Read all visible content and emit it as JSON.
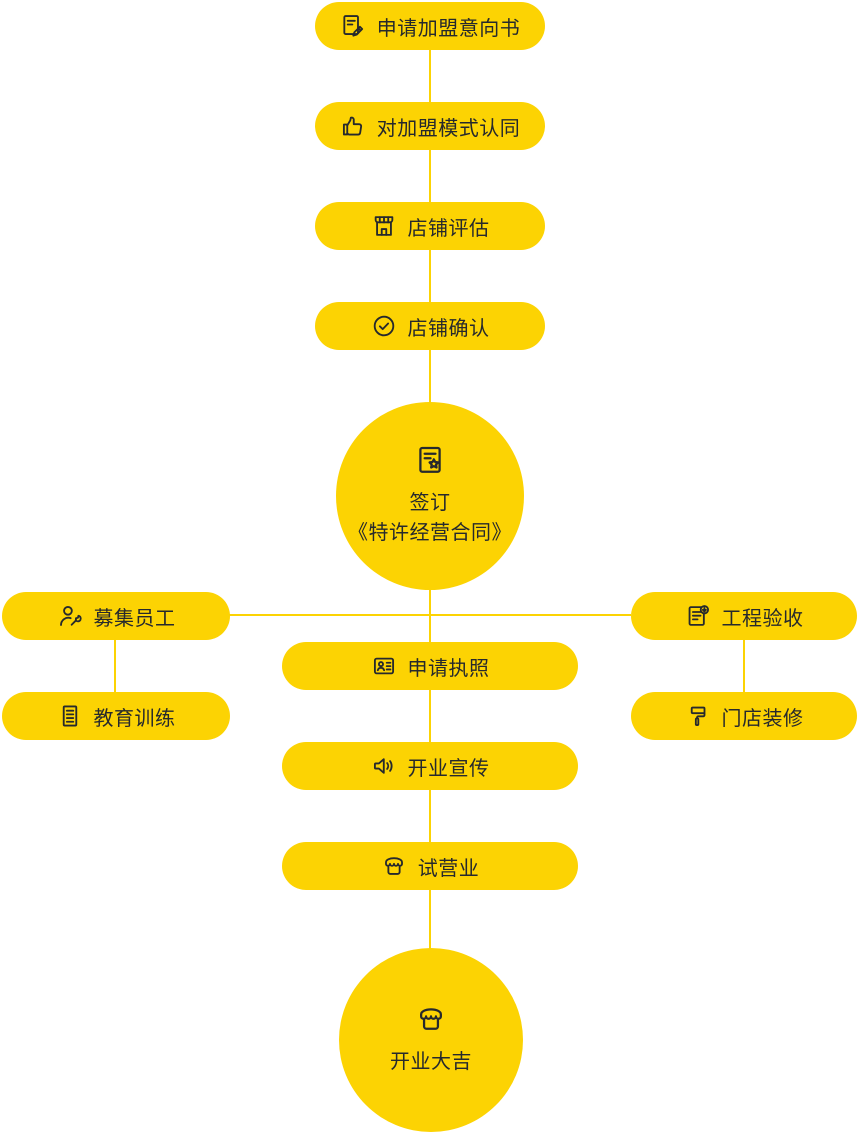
{
  "palette": {
    "node_yellow": "#FCD303",
    "ink": "#26292D",
    "background": "#FFFFFF"
  },
  "flow": {
    "top_chain": [
      {
        "label": "申请加盟意向书",
        "icon": "edit-document-icon"
      },
      {
        "label": "对加盟模式认同",
        "icon": "thumbs-up-icon"
      },
      {
        "label": "店铺评估",
        "icon": "storefront-icon"
      },
      {
        "label": "店铺确认",
        "icon": "check-circle-icon"
      }
    ],
    "contract_circle": {
      "lines": [
        "签订",
        "《特许经营合同》"
      ],
      "icon": "contract-certificate-icon"
    },
    "left_chain": [
      {
        "label": "募集员工",
        "icon": "recruit-staff-icon"
      },
      {
        "label": "教育训练",
        "icon": "training-book-icon"
      }
    ],
    "right_chain": [
      {
        "label": "工程验收",
        "icon": "inspection-document-icon"
      },
      {
        "label": "门店装修",
        "icon": "paint-roller-icon"
      }
    ],
    "center_chain": [
      {
        "label": "申请执照",
        "icon": "license-card-icon"
      },
      {
        "label": "开业宣传",
        "icon": "megaphone-icon"
      },
      {
        "label": "试营业",
        "icon": "shop-icon"
      }
    ],
    "opening_circle": {
      "lines": [
        "开业大吉"
      ],
      "icon": "shop-open-icon"
    }
  }
}
